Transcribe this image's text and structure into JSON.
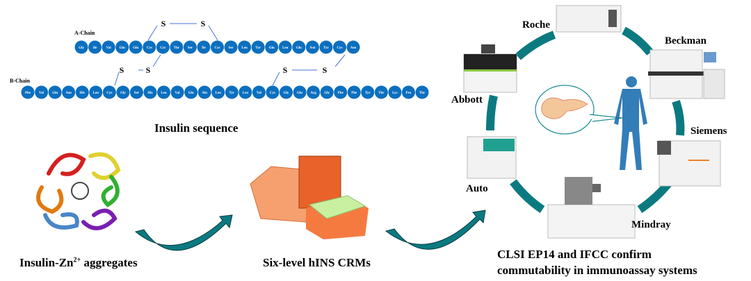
{
  "sequence": {
    "title": "Insulin sequence",
    "a_chain_label": "A-Chain",
    "b_chain_label": "B-Chain",
    "a_chain": [
      "Gly",
      "Ile",
      "Val",
      "Glu",
      "Gln",
      "Cys",
      "Cys",
      "Thr",
      "Ser",
      "Ile",
      "Cys",
      "Ser",
      "Leu",
      "Tyr",
      "Gln",
      "Leu",
      "Glu",
      "Asn",
      "Tyr",
      "Cys",
      "Asn"
    ],
    "b_chain": [
      "Phe",
      "Val",
      "Gln",
      "Asn",
      "His",
      "Leu",
      "Cys",
      "Gly",
      "Ser",
      "His",
      "Leu",
      "Val",
      "Glu",
      "Ala",
      "Leu",
      "Tyr",
      "Leu",
      "Val",
      "Cys",
      "Gly",
      "Glu",
      "Arg",
      "Gly",
      "Phe",
      "Phe",
      "Tyr",
      "Thr",
      "Lys",
      "Pro",
      "Thr"
    ],
    "sulfur": "S",
    "residue_color": "#0b6fbf"
  },
  "steps": {
    "aggregates": {
      "text": "Insulin-Zn",
      "sup": "2+",
      "rest": " aggregates"
    },
    "crms": "Six-level hINS CRMs",
    "conclusion_line1": "CLSI EP14 and IFCC confirm",
    "conclusion_line2": "commutability in immunoassay systems"
  },
  "instruments": [
    "Roche",
    "Beckman",
    "Siemens",
    "Mindray",
    "Auto",
    "Abbott"
  ],
  "colors": {
    "arrow": "#0b7a80",
    "arrow_outline": "#083c40",
    "bond_line": "#4a72d8"
  }
}
